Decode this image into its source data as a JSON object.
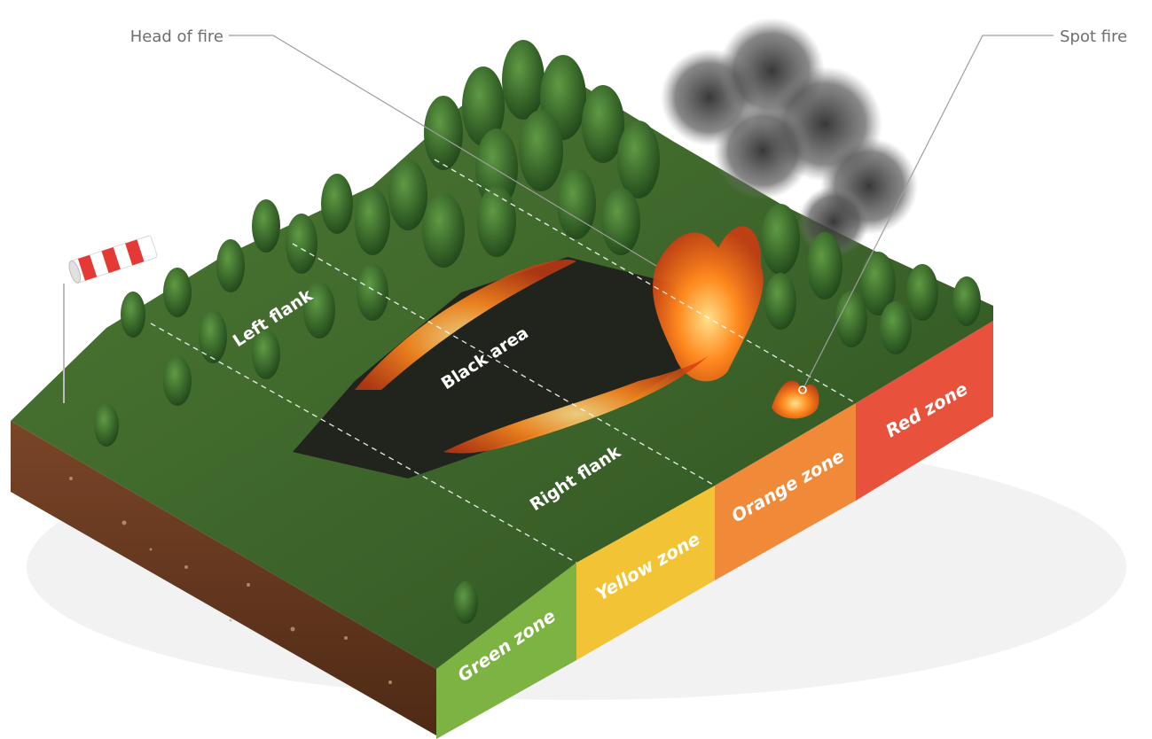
{
  "callouts": {
    "head_of_fire": "Head of fire",
    "spot_fire": "Spot fire"
  },
  "map_labels": {
    "left_flank": "Left flank",
    "black_area": "Black area",
    "right_flank": "Right flank"
  },
  "zones": [
    {
      "label": "Green zone",
      "color": "#7cb342"
    },
    {
      "label": "Yellow zone",
      "color": "#f2c335"
    },
    {
      "label": "Orange zone",
      "color": "#f08a38"
    },
    {
      "label": "Red zone",
      "color": "#e8513c"
    }
  ],
  "colors": {
    "grass": "#3e6a2c",
    "soil": "#6b3d22",
    "burnt": "#1e1e1c",
    "flame": "#ff6a1a",
    "smoke": "#3a3a3a"
  }
}
